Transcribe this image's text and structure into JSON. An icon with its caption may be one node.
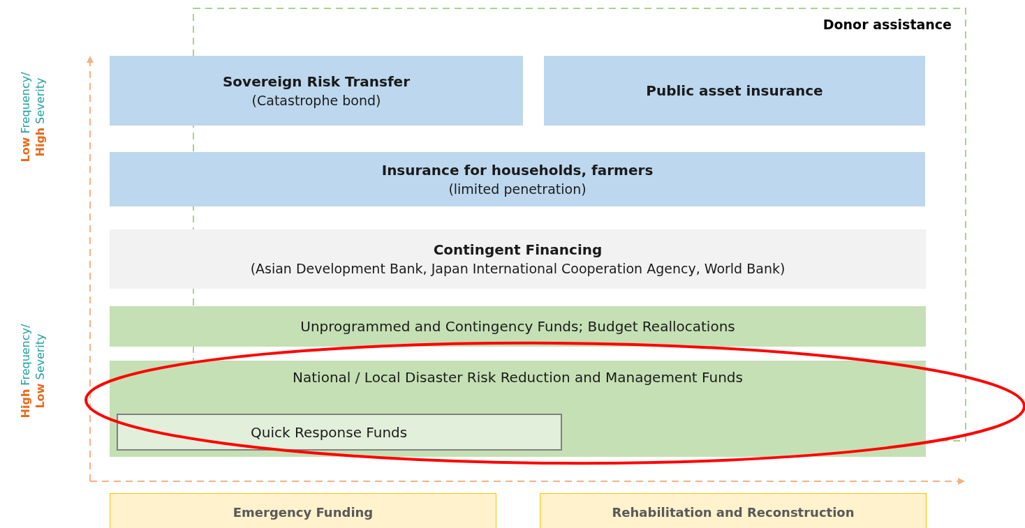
{
  "diagram": {
    "nodes": [
      {
        "text": [
          "Donor assistance"
        ]
      },
      {
        "text": [
          "Sovereign Risk Transfer",
          "(Catastrophe bond)"
        ]
      },
      {
        "text": [
          "Public asset insurance"
        ]
      },
      {
        "text": [
          "Insurance for households, farmers",
          "(limited penetration)"
        ]
      },
      {
        "text": [
          "Contingent Financing",
          "(Asian Development Bank, Japan International Cooperation Agency, World Bank)"
        ]
      },
      {
        "text": [
          "Unprogrammed and Contingency Funds; Budget Reallocations"
        ]
      },
      {
        "text": [
          "National / Local Disaster Risk Reduction and Management Funds"
        ]
      },
      {
        "text": [
          "Quick Response Funds"
        ],
        "in": 6
      },
      {
        "text": [
          "Emergency Funding"
        ]
      },
      {
        "text": [
          "Rehabilitation and Reconstruction"
        ]
      }
    ],
    "edges": [],
    "labels": [
      "**Low** Frequency/ **High** Severity",
      "**High** Frequency/ **Low** Severity"
    ]
  }
}
